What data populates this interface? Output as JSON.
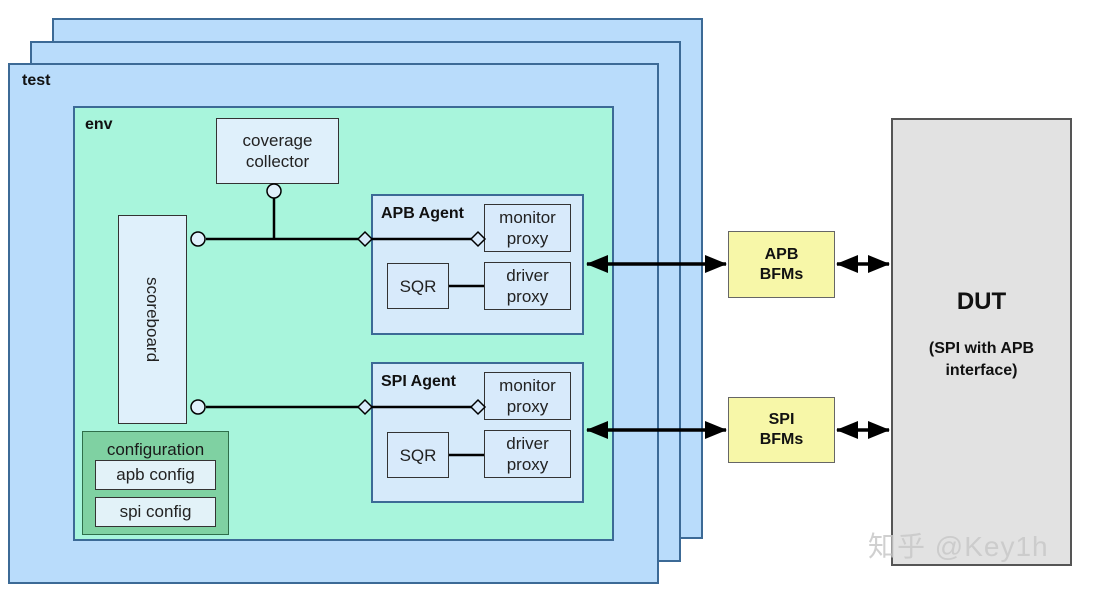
{
  "test_label": "test",
  "env_label": "env",
  "coverage": {
    "line1": "coverage",
    "line2": "collector"
  },
  "scoreboard_label": "scoreboard",
  "apb_agent": {
    "title": "APB Agent",
    "monitor": {
      "line1": "monitor",
      "line2": "proxy"
    },
    "sqr": "SQR",
    "driver": {
      "line1": "driver",
      "line2": "proxy"
    }
  },
  "spi_agent": {
    "title": "SPI Agent",
    "monitor": {
      "line1": "monitor",
      "line2": "proxy"
    },
    "sqr": "SQR",
    "driver": {
      "line1": "driver",
      "line2": "proxy"
    }
  },
  "configuration": {
    "title": "configuration",
    "items": [
      "apb config",
      "spi config"
    ]
  },
  "apb_bfms": {
    "line1": "APB",
    "line2": "BFMs"
  },
  "spi_bfms": {
    "line1": "SPI",
    "line2": "BFMs"
  },
  "dut": {
    "title": "DUT",
    "line1": "(SPI with APB",
    "line2": "interface)"
  },
  "watermark": "知乎 @Key1h"
}
